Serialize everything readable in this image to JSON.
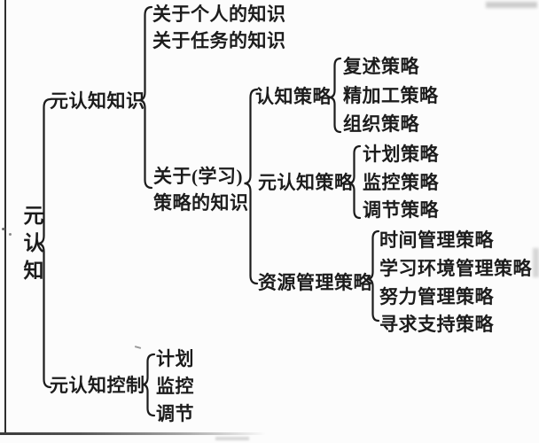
{
  "diagram": {
    "title_node": "元认知",
    "knowledge": {
      "label": "元认知知识",
      "person": "关于个人的知识",
      "task": "关于任务的知识",
      "strategy_line1": "关于(学习)",
      "strategy_line2": "策略的知识"
    },
    "strategies": {
      "cognitive": {
        "label": "认知策略",
        "children": [
          "复述策略",
          "精加工策略",
          "组织策略"
        ]
      },
      "metacognitive": {
        "label": "元认知策略",
        "children": [
          "计划策略",
          "监控策略",
          "调节策略"
        ]
      },
      "resource": {
        "label": "资源管理策略",
        "children": [
          "时间管理策略",
          "学习环境管理策略",
          "努力管理策略",
          "寻求支持策略"
        ]
      }
    },
    "control": {
      "label": "元认知控制",
      "children": [
        "计划",
        "监控",
        "调节"
      ]
    },
    "colors": {
      "ink": "#1c1c1c",
      "paper": "#fcfcfc"
    }
  }
}
